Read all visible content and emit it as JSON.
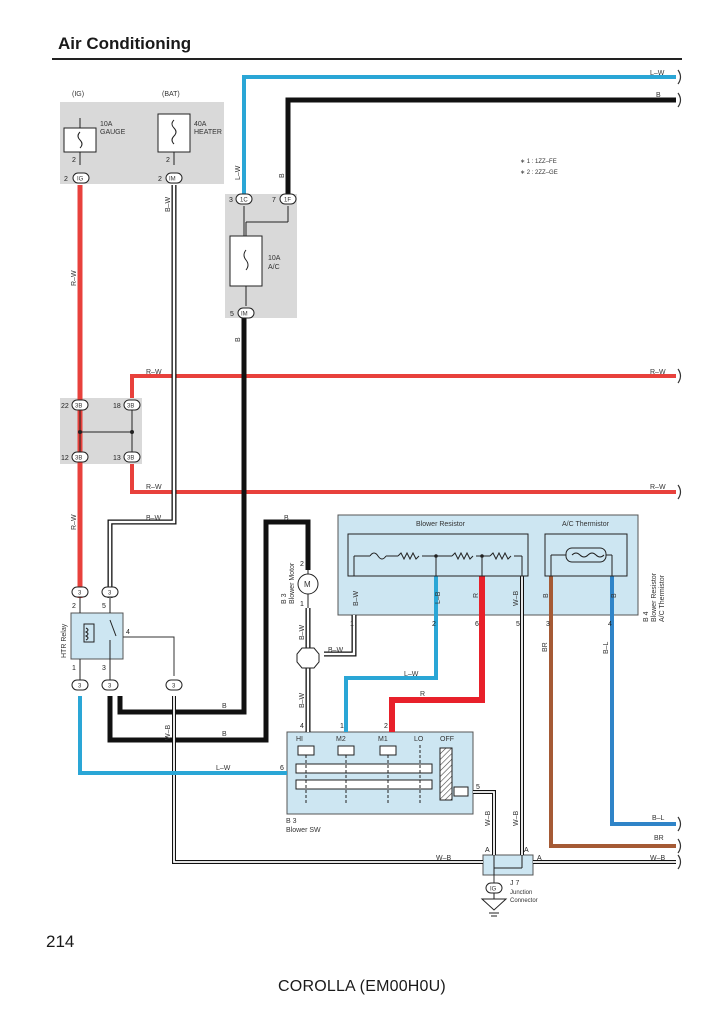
{
  "page": {
    "title": "Air Conditioning",
    "page_number": "214",
    "footer": "COROLLA (EM00H0U)"
  },
  "labels": {
    "ig": "(IG)",
    "bat": "(BAT)",
    "fuse_gauge_amp": "10A",
    "fuse_gauge_name": "GAUGE",
    "fuse_heater_amp": "40A",
    "fuse_heater_name": "HEATER",
    "fuse_ac_amp": "10A",
    "fuse_ac_name": "A/C",
    "note1": "∗ 1 : 1ZZ–FE",
    "note2": "∗ 2 : 2ZZ–GE",
    "blower_resistor": "Blower Resistor",
    "ac_thermistor": "A/C Thermistor",
    "b4_code": "B 4",
    "b4_name1": "Blower Resistor",
    "b4_name2": "A/C Thermistor",
    "b3_motor_code": "B 3",
    "b3_motor_name": "Blower Motor",
    "htr_relay": "HTR Relay",
    "blower_sw_code": "B 3",
    "blower_sw_name": "Blower SW",
    "sw_hi": "HI",
    "sw_m2": "M2",
    "sw_m1": "M1",
    "sw_lo": "LO",
    "sw_off": "OFF",
    "j7_code": "J 7",
    "j7_name1": "Junction",
    "j7_name2": "Connector",
    "motor_symbol": "M"
  },
  "connectors": {
    "ig_gauge": "IG",
    "im_heater": "IM",
    "ic": "1C",
    "if": "1F",
    "im_ac": "IM",
    "c3b_22": "3B",
    "c3b_18": "3B",
    "c3b_12": "3B",
    "c3b_13": "3B",
    "relay_3a": "3",
    "relay_3b": "3",
    "relay_3c": "3",
    "relay_3d": "3",
    "relay_3e": "3",
    "j7_ig": "IG"
  },
  "pins": {
    "gauge_top": "2",
    "gauge_bot": "2",
    "heater_top": "2",
    "heater_bot": "2",
    "ic": "3",
    "if": "7",
    "im_ac": "5",
    "p22": "22",
    "p18": "18",
    "p12": "12",
    "p13": "13",
    "relay_2": "2",
    "relay_5": "5",
    "relay_4": "4",
    "relay_1": "1",
    "relay_3": "3",
    "b4_1": "1",
    "b4_2": "2",
    "b4_6": "6",
    "b4_5": "5",
    "b4_3": "3",
    "b4_4": "4",
    "motor_2": "2",
    "motor_1": "1",
    "sw_4": "4",
    "sw_1": "1",
    "sw_2": "2",
    "sw_6": "6",
    "sw_5": "5",
    "j7_a1": "A",
    "j7_a2": "A",
    "j7_a3": "A"
  },
  "wire_labels": {
    "lw_top_right": "L–W",
    "b_top_right": "B",
    "lw_vert_ic": "L–W",
    "b_vert_if": "B",
    "bw_heater": "B–W",
    "rw_gauge": "R–W",
    "b_im_ac": "B",
    "rw_upper_left": "R–W",
    "rw_upper_right": "R–W",
    "rw_lower_left": "R–W",
    "rw_lower_right": "R–W",
    "rw_to_relay": "R–W",
    "bw_to_relay": "B–W",
    "b_top_motor": "B",
    "b4_bw": "B–W",
    "b4_lb": "L–B",
    "b4_r": "R",
    "b4_wb": "W–B",
    "b4_b3": "B",
    "b4_b4": "B",
    "bw_motor_down": "B–W",
    "bw_horiz": "B–W",
    "bw_to_sw": "B–W",
    "lw_mid": "L–W",
    "r_mid": "R",
    "b_relay_1": "B",
    "b_relay_2": "B",
    "wb_relay": "W–B",
    "lw_relay_sw": "L–W",
    "br_vert": "BR",
    "bl_vert": "B–L",
    "bl_right": "B–L",
    "br_right": "BR",
    "wb_sw": "W–B",
    "wb_b4": "W–B",
    "wb_j7_left": "W–B",
    "wb_j7_right": "W–B"
  },
  "wire_colors": {
    "R-W": "#e8413c",
    "L-W": "#2aa6d6",
    "B": "#111111",
    "B-W": "#ffffff",
    "R": "#e8202a",
    "BR": "#a55a35",
    "B-L": "#2f84c8",
    "W-B": "#ffffff",
    "component_fill": "#cde6f2",
    "fuse_box_fill": "#d9d9d9"
  }
}
